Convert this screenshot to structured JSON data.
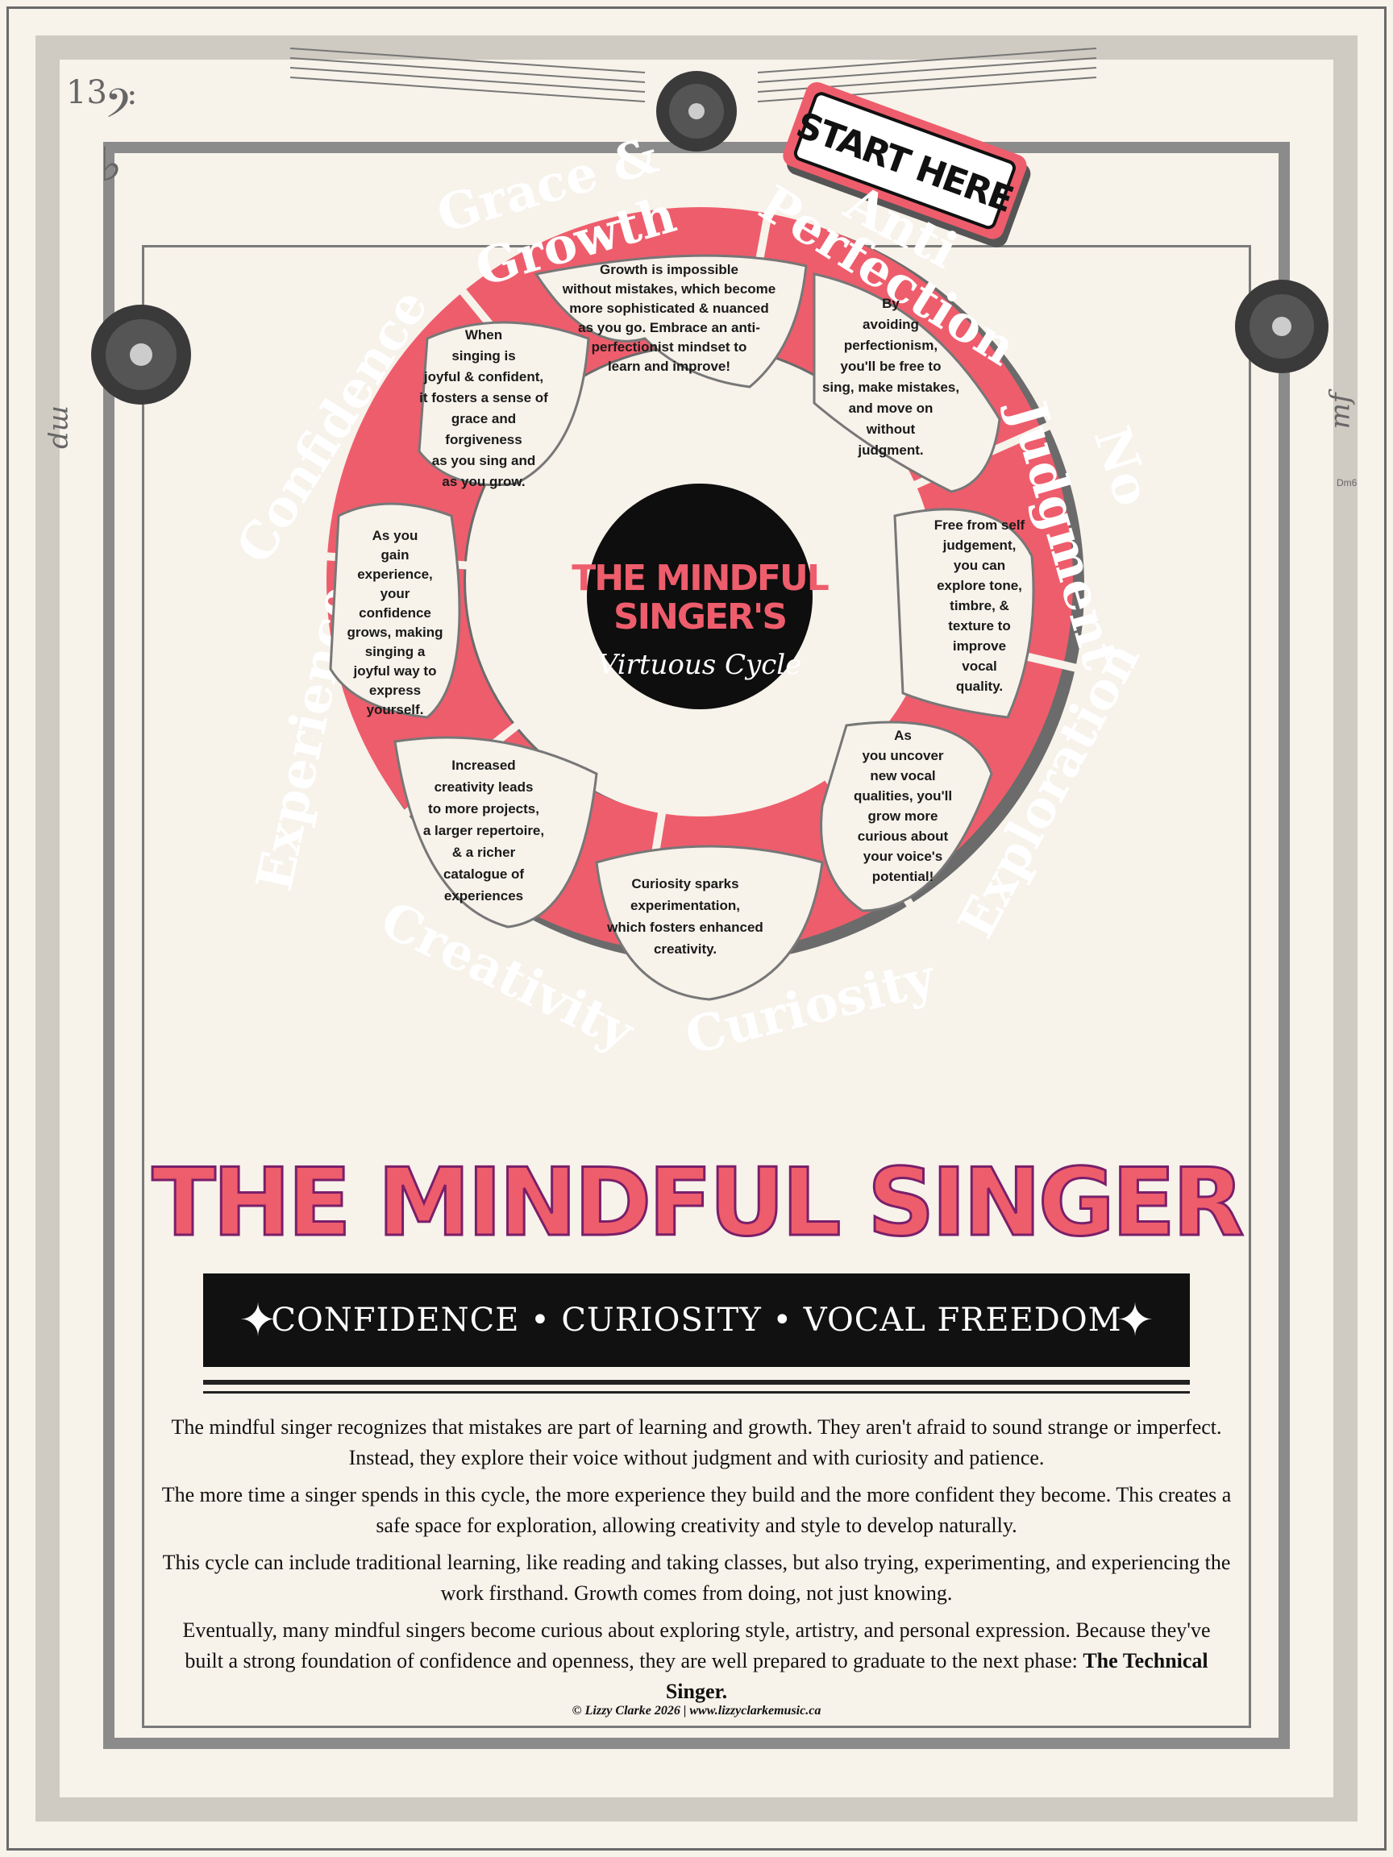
{
  "colors": {
    "accent": "#ee5d6c",
    "title_outline": "#7a1f6a",
    "dark": "#111111",
    "background": "#f7f2ea"
  },
  "ornaments": {
    "time_sig": "13",
    "bass_clef": "𝄢",
    "flat": "♭",
    "mp": "mp",
    "mf": "mf",
    "chord": "Dm6"
  },
  "start_tag": "START HERE",
  "center": {
    "title_line1": "THE MINDFUL",
    "title_line2": "SINGER'S",
    "subtitle": "Virtuous Cycle"
  },
  "segments": {
    "anti_perfection_1": "Anti",
    "anti_perfection_2": "Perfection",
    "no_judgment_1": "No",
    "no_judgment_2": "Judgment",
    "exploration": "Exploration",
    "curiosity": "Curiosity",
    "creativity": "Creativity",
    "experience": "Experience",
    "confidence": "Confidence",
    "grace_1": "Grace &",
    "grace_2": "Growth"
  },
  "petals": {
    "growth": [
      "Growth is impossible",
      "without mistakes, which become",
      "more sophisticated & nuanced",
      "as you go. Embrace an anti-",
      "perfectionist mindset to",
      "learn and improve!"
    ],
    "anti": [
      "By",
      "avoiding",
      "perfectionism,",
      "you'll be free to",
      "sing, make mistakes,",
      "and move on",
      "without",
      "judgment."
    ],
    "judgment": [
      "Free from self",
      "judgement,",
      "you can",
      "explore tone,",
      "timbre, &",
      "texture to",
      "improve",
      "vocal",
      "quality."
    ],
    "exploration": [
      "As",
      "you uncover",
      "new vocal",
      "qualities, you'll",
      "grow more",
      "curious about",
      "your voice's",
      "potential!"
    ],
    "curiosity": [
      "Curiosity sparks",
      "experimentation,",
      "which fosters enhanced",
      "creativity."
    ],
    "creativity": [
      "Increased",
      "creativity leads",
      "to more projects,",
      "a larger repertoire,",
      "& a richer",
      "catalogue of",
      "experiences"
    ],
    "experience": [
      "As you",
      "gain",
      "experience,",
      "your",
      "confidence",
      "grows, making",
      "singing a",
      "joyful way to",
      "express",
      "yourself."
    ],
    "confidence": [
      "When",
      "singing is",
      "joyful & confident,",
      "it fosters a sense of",
      "grace and",
      "forgiveness",
      "as you sing and",
      "as you grow."
    ]
  },
  "main_title": "THE MINDFUL SINGER",
  "banner": "CONFIDENCE • CURIOSITY • VOCAL FREEDOM",
  "star_glyph": "✦",
  "body": {
    "p1": "The mindful singer recognizes that mistakes are part of learning and growth. They aren't afraid to sound strange or imperfect. Instead, they explore their voice without judgment and with curiosity and patience.",
    "p2": "The more time a singer spends in this cycle, the more experience they build and the more confident they become. This creates a safe space for exploration, allowing creativity and style to develop naturally.",
    "p3": "This cycle can include traditional learning, like reading and taking classes, but also trying, experimenting, and experiencing the work firsthand. Growth comes from doing, not just knowing.",
    "p4_text": "Eventually, many mindful singers become curious about exploring style, artistry, and personal expression. Because they've built a strong foundation of confidence and openness, they are well prepared to graduate to the next phase: ",
    "p4_bold": "The Technical Singer."
  },
  "footer": "© Lizzy Clarke 2026 | www.lizzyclarkemusic.ca"
}
